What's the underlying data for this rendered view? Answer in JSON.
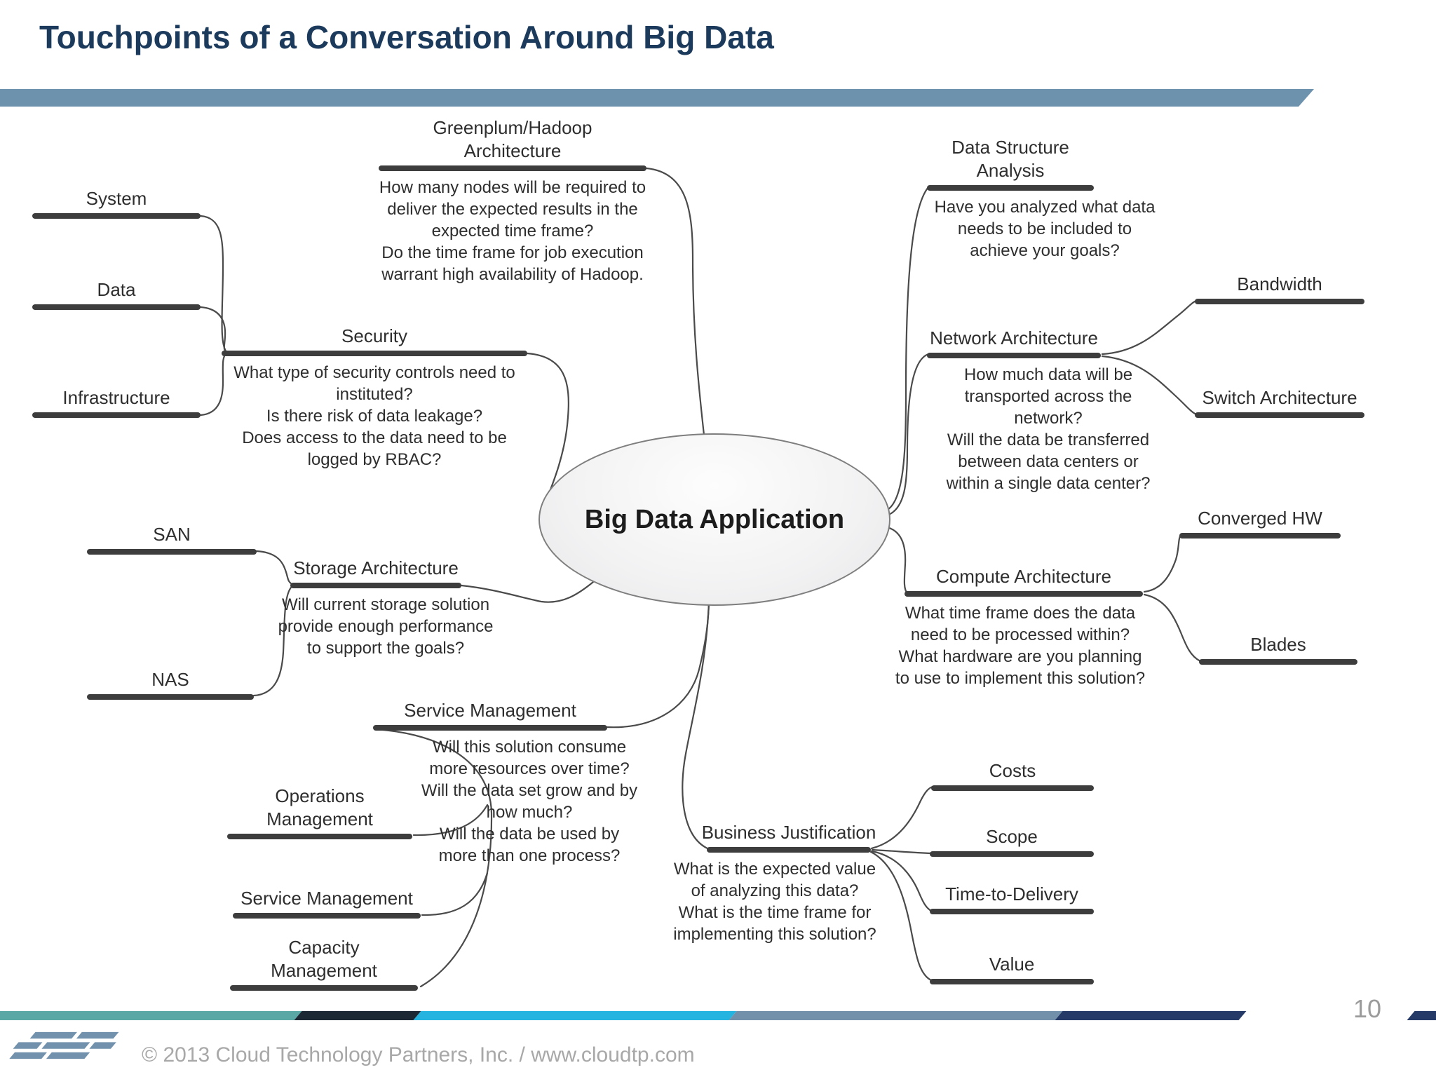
{
  "slide": {
    "title": "Touchpoints of a Conversation Around Big Data",
    "page_number": "10",
    "copyright": "© 2013 Cloud Technology Partners, Inc.  /  www.cloudtp.com"
  },
  "colors": {
    "title": "#1b3a5c",
    "top_rule": "#6d92ae",
    "branch_bar": "#3d3d3d",
    "connector": "#4a4a4a",
    "footer_teal": "#5aa8a5",
    "footer_dark": "#1c2833",
    "footer_cyan": "#25b3e0",
    "footer_steel": "#7390aa",
    "footer_navy": "#253a66",
    "logo": "#7191ac"
  },
  "mindmap": {
    "center": "Big Data Application",
    "greenplum": {
      "label": "Greenplum/Hadoop\nArchitecture",
      "desc": "How many nodes will be required to\ndeliver the expected results in the\nexpected time frame?\nDo the time frame for job execution\nwarrant high availability of Hadoop."
    },
    "system": {
      "label": "System"
    },
    "data": {
      "label": "Data"
    },
    "infrastructure": {
      "label": "Infrastructure"
    },
    "security": {
      "label": "Security",
      "desc": "What type of security controls need to\ninstituted?\nIs there risk of data leakage?\nDoes access to the data need to be\nlogged by RBAC?"
    },
    "san": {
      "label": "SAN"
    },
    "nas": {
      "label": "NAS"
    },
    "storage": {
      "label": "Storage Architecture",
      "desc": "Will current storage solution\nprovide enough performance\nto support the goals?"
    },
    "service_mgmt": {
      "label": "Service Management",
      "desc": "Will this solution consume\nmore resources over time?\nWill the data set grow and by\nhow much?\nWill the data be used by\nmore than one process?"
    },
    "operations_mgmt": {
      "label": "Operations\nManagement"
    },
    "service_mgmt_sub": {
      "label": "Service Management"
    },
    "capacity_mgmt": {
      "label": "Capacity\nManagement"
    },
    "business_justification": {
      "label": "Business Justification",
      "desc": "What is the expected value\nof analyzing this data?\nWhat is the time frame for\nimplementing this solution?"
    },
    "costs": {
      "label": "Costs"
    },
    "scope": {
      "label": "Scope"
    },
    "time_to_delivery": {
      "label": "Time-to-Delivery"
    },
    "value": {
      "label": "Value"
    },
    "data_structure": {
      "label": "Data Structure\nAnalysis",
      "desc": "Have you analyzed what data\nneeds to be included to\nachieve your goals?"
    },
    "network": {
      "label": "Network Architecture",
      "desc": "How much data will be\ntransported across the\nnetwork?\nWill the data be transferred\nbetween data centers or\nwithin a single data center?"
    },
    "bandwidth": {
      "label": "Bandwidth"
    },
    "switch_arch": {
      "label": "Switch Architecture"
    },
    "compute": {
      "label": "Compute Architecture",
      "desc": "What time frame does the data\nneed to be processed within?\nWhat hardware are you planning\nto use to implement this solution?"
    },
    "converged_hw": {
      "label": "Converged HW"
    },
    "blades": {
      "label": "Blades"
    }
  }
}
